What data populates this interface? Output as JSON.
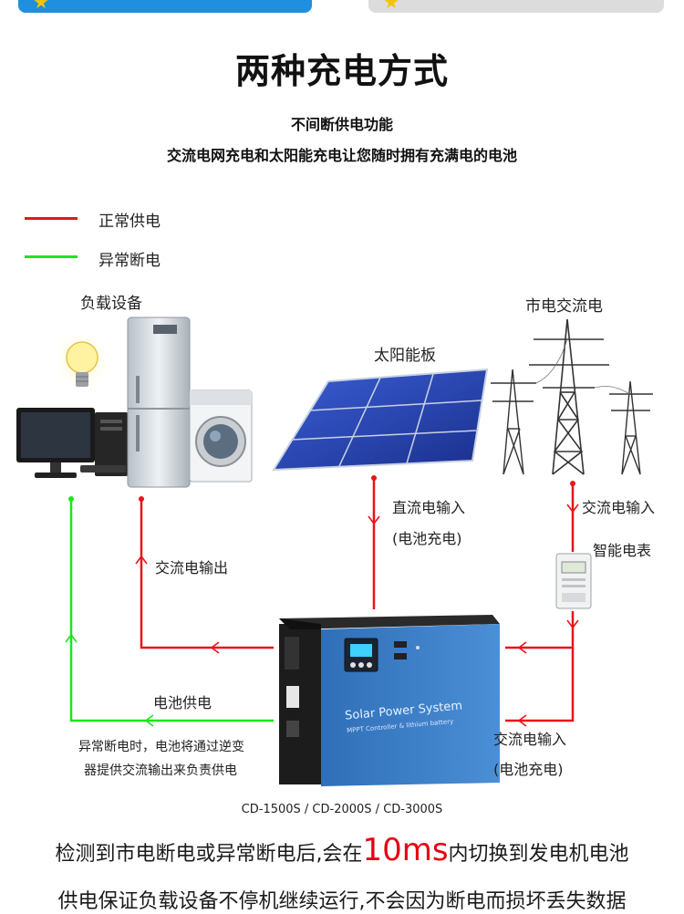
{
  "title": "两种充电方式",
  "subtitle_line1": "不间断供电功能",
  "subtitle_line2": "交流电网充电和太阳能充电让您随时拥有充满电的电池",
  "legend": {
    "red": {
      "label": "正常供电",
      "color": "#e8141b"
    },
    "green": {
      "label": "异常断电",
      "color": "#1fe31f"
    }
  },
  "labels": {
    "load_devices": "负载设备",
    "solar_panel": "太阳能板",
    "grid": "市电交流电",
    "dc_input": "直流电输入",
    "dc_input_note": "(电池充电)",
    "ac_input_top": "交流电输入",
    "smart_meter": "智能电表",
    "ac_output": "交流电输出",
    "battery_supply": "电池供电",
    "outage_note_1": "异常断电时，电池将通过逆变",
    "outage_note_2": "器提供交流输出来负责供电",
    "ac_input_bottom": "交流电输入",
    "ac_input_bottom_note": "(电池充电)"
  },
  "device": {
    "brand_text": "Solar Power System",
    "sub_text": "MPPT Controller & lithium battery",
    "models": "CD-1500S / CD-2000S / CD-3000S"
  },
  "bottom": {
    "line1_pre": "检测到市电断电或异常断电后,会在",
    "line1_highlight": "10ms",
    "line1_post": "内切换到发电机电池",
    "line2": "供电保证负载设备不停机继续运行,不会因为断电而损坏丢失数据"
  }
}
